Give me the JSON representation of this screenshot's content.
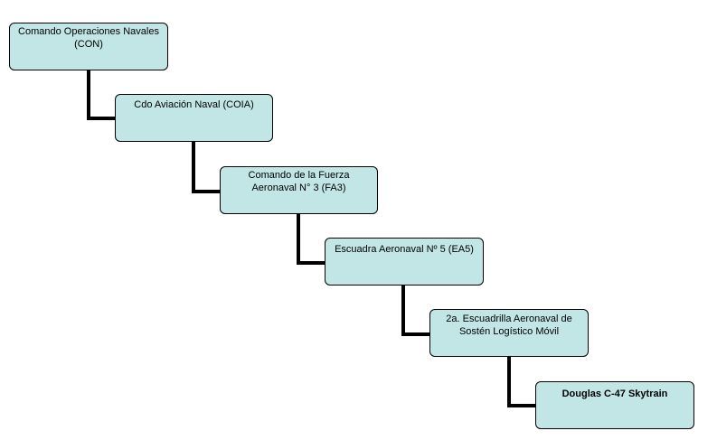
{
  "diagram": {
    "type": "org-chart",
    "colors": {
      "node_fill": "#c2e5e5",
      "node_border": "#000000",
      "connector": "#000000"
    },
    "nodes": [
      {
        "label": "Comando Operaciones Navales\n(CON)"
      },
      {
        "label": "Cdo Aviación Naval (COIA)"
      },
      {
        "label": "Comando de la Fuerza\nAeronaval N° 3 (FA3)"
      },
      {
        "label": "Escuadra Aeronaval Nº 5 (EA5)"
      },
      {
        "label": "2a. Escuadrilla Aeronaval de\nSostén Logístico Móvil"
      },
      {
        "label": "Douglas C-47 Skytrain"
      }
    ]
  }
}
